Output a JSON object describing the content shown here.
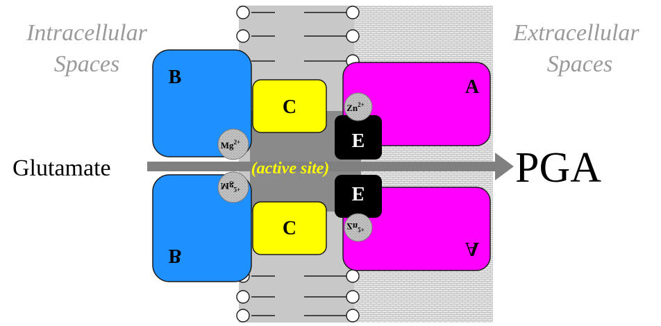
{
  "labels": {
    "intracellular_line1": "Intracellular",
    "intracellular_line2": "Spaces",
    "extracellular_line1": "Extracellular",
    "extracellular_line2": "Spaces",
    "substrate": "Glutamate",
    "product": "PGA",
    "active_site": "(active site)"
  },
  "subunits": {
    "a": "A",
    "b": "B",
    "c": "C",
    "e": "E"
  },
  "ions": {
    "zinc": {
      "base": "Zn",
      "charge": "2+"
    },
    "magnesium": {
      "base": "Mg",
      "charge": "2+"
    }
  },
  "colors": {
    "subunit_a": "#ff00ff",
    "subunit_b": "#1e90ff",
    "subunit_c": "#ffff00",
    "subunit_e": "#000000",
    "active_site_text": "#ffff00",
    "membrane": "#c8c8c8",
    "arrow": "#808080",
    "side_label": "#9a9a9a"
  }
}
